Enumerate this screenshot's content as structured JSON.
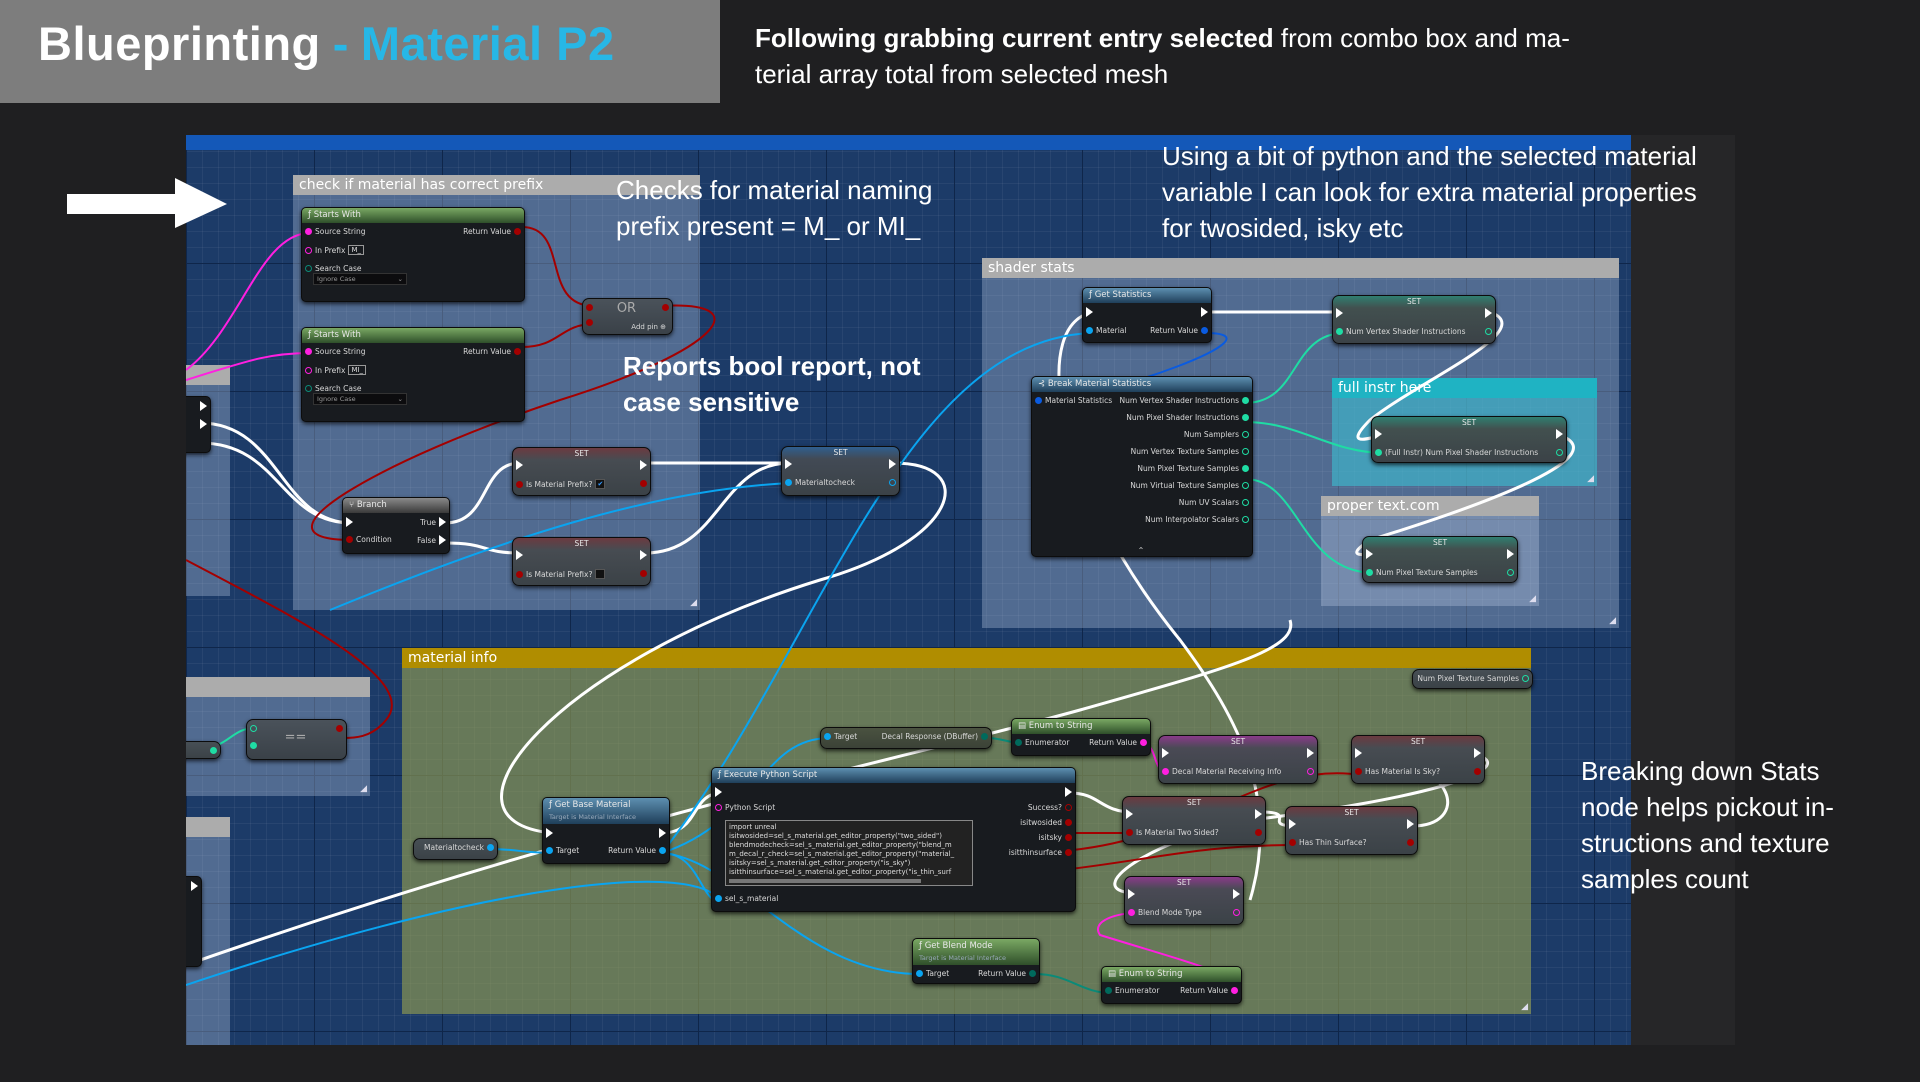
{
  "header": {
    "title_main": "Blueprinting",
    "title_sep": "-",
    "title_accent": "Material P2",
    "desc_bold": "Following grabbing current entry selected",
    "desc_rest": " from combo box and ma-",
    "desc_line2": "terial array total from selected mesh"
  },
  "notes": {
    "naming": [
      "Checks for material naming",
      "prefix present = M_ or MI_"
    ],
    "bool": [
      "Reports bool report, not",
      "case sensitive"
    ],
    "python": [
      "Using a bit of python and the selected material",
      "variable I can look for extra material properties",
      "for twosided, isky etc"
    ],
    "stats": [
      "Breaking down Stats",
      "node helps pickout in-",
      "structions and texture",
      "samples count"
    ]
  },
  "comments": [
    {
      "title": "check if material has correct prefix"
    },
    {
      "title": "shader stats"
    },
    {
      "title": "full instr here"
    },
    {
      "title": "proper text.com"
    },
    {
      "title": "material info"
    },
    {
      "title": ""
    },
    {
      "title": ""
    },
    {
      "title": ""
    }
  ],
  "colors": {
    "exec": "#ffffff",
    "bool": "#a30000",
    "string": "#ff1fe0",
    "object": "#0aa4f0",
    "struct": "#0a5be0",
    "int": "#1fdca4",
    "enum": "#006a5c",
    "accent": "#27b7e6",
    "canvas": "#1c3b68",
    "material_info_header": "#b08d00",
    "full_instr_header": "#1fb3c3"
  },
  "nodes": [
    {
      "id": "starts1",
      "style": "pure",
      "icon": "function-icon",
      "title": "Starts With",
      "in": [
        {
          "label": "Source String",
          "kind": "string"
        },
        {
          "label": "In Prefix",
          "kind": "string",
          "hollow": true,
          "value": "M_"
        },
        {
          "label": "Search Case",
          "kind": "enum",
          "hollow": true,
          "dropdown": "Ignore Case"
        }
      ],
      "out": [
        {
          "label": "Return Value",
          "kind": "bool"
        }
      ]
    },
    {
      "id": "starts2",
      "style": "pure",
      "icon": "function-icon",
      "title": "Starts With",
      "in": [
        {
          "label": "Source String",
          "kind": "string"
        },
        {
          "label": "In Prefix",
          "kind": "string",
          "hollow": true,
          "value": "MI_"
        },
        {
          "label": "Search Case",
          "kind": "enum",
          "hollow": true,
          "dropdown": "Ignore Case"
        }
      ],
      "out": [
        {
          "label": "Return Value",
          "kind": "bool"
        }
      ]
    },
    {
      "id": "or",
      "style": "op",
      "oplabel": "OR",
      "extra": "Add pin ⊕",
      "in": [
        {
          "label": "",
          "kind": "bool"
        },
        {
          "label": "",
          "kind": "bool"
        }
      ],
      "out": [
        {
          "label": "",
          "kind": "bool"
        }
      ]
    },
    {
      "id": "branch",
      "style": "gray",
      "icon": "branch-icon",
      "title": "Branch",
      "in": [
        {
          "label": "",
          "kind": "exec"
        },
        {
          "label": "Condition",
          "kind": "bool"
        }
      ],
      "out": [
        {
          "label": "True",
          "kind": "exec"
        },
        {
          "label": "False",
          "kind": "exec"
        }
      ]
    },
    {
      "id": "set_prefix_true",
      "style": "set",
      "glow": "bool",
      "title": "SET",
      "in": [
        {
          "label": "",
          "kind": "exec"
        },
        {
          "label": "Is Material Prefix?",
          "kind": "bool",
          "check": "✔"
        }
      ],
      "out": [
        {
          "label": "",
          "kind": "exec"
        },
        {
          "label": "",
          "kind": "bool"
        }
      ]
    },
    {
      "id": "set_prefix_false",
      "style": "set",
      "glow": "bool",
      "title": "SET",
      "in": [
        {
          "label": "",
          "kind": "exec"
        },
        {
          "label": "Is Material Prefix?",
          "kind": "bool",
          "check": " "
        }
      ],
      "out": [
        {
          "label": "",
          "kind": "exec"
        },
        {
          "label": "",
          "kind": "bool"
        }
      ]
    },
    {
      "id": "set_mat",
      "style": "set",
      "glow": "object",
      "title": "SET",
      "in": [
        {
          "label": "",
          "kind": "exec"
        },
        {
          "label": "Materialtocheck",
          "kind": "object"
        }
      ],
      "out": [
        {
          "label": "",
          "kind": "exec"
        },
        {
          "label": "",
          "kind": "object",
          "hollow": true
        }
      ]
    },
    {
      "id": "get_stats",
      "style": "fn",
      "icon": "function-icon",
      "title": "Get Statistics",
      "in": [
        {
          "label": "",
          "kind": "exec"
        },
        {
          "label": "Material",
          "kind": "object"
        }
      ],
      "out": [
        {
          "label": "",
          "kind": "exec"
        },
        {
          "label": "Return Value",
          "kind": "struct"
        }
      ]
    },
    {
      "id": "break_stats",
      "style": "fn",
      "icon": "break-icon",
      "title": "Break Material Statistics",
      "footer": "⌃",
      "in": [
        {
          "label": "Material Statistics",
          "kind": "struct"
        }
      ],
      "out": [
        {
          "label": "Num Vertex Shader Instructions",
          "kind": "int"
        },
        {
          "label": "Num Pixel Shader Instructions",
          "kind": "int"
        },
        {
          "label": "Num Samplers",
          "kind": "int",
          "hollow": true
        },
        {
          "label": "Num Vertex Texture Samples",
          "kind": "int",
          "hollow": true
        },
        {
          "label": "Num Pixel Texture Samples",
          "kind": "int"
        },
        {
          "label": "Num Virtual Texture Samples",
          "kind": "int",
          "hollow": true
        },
        {
          "label": "Num UV Scalars",
          "kind": "int",
          "hollow": true
        },
        {
          "label": "Num Interpolator Scalars",
          "kind": "int",
          "hollow": true
        }
      ]
    },
    {
      "id": "set_vertex",
      "style": "set",
      "glow": "int",
      "title": "SET",
      "in": [
        {
          "label": "",
          "kind": "exec"
        },
        {
          "label": "Num Vertex Shader Instructions",
          "kind": "int"
        }
      ],
      "out": [
        {
          "label": "",
          "kind": "exec"
        },
        {
          "label": "",
          "kind": "int",
          "hollow": true
        }
      ]
    },
    {
      "id": "set_fullpixel",
      "style": "set",
      "glow": "int",
      "title": "SET",
      "in": [
        {
          "label": "",
          "kind": "exec"
        },
        {
          "label": "(Full Instr) Num Pixel Shader Instructions",
          "kind": "int"
        }
      ],
      "out": [
        {
          "label": "",
          "kind": "exec"
        },
        {
          "label": "",
          "kind": "int",
          "hollow": true
        }
      ]
    },
    {
      "id": "set_pixeltex",
      "style": "set",
      "glow": "int",
      "title": "SET",
      "in": [
        {
          "label": "",
          "kind": "exec"
        },
        {
          "label": "Num Pixel Texture Samples",
          "kind": "int"
        }
      ],
      "out": [
        {
          "label": "",
          "kind": "exec"
        },
        {
          "label": "",
          "kind": "int",
          "hollow": true
        }
      ]
    },
    {
      "id": "get_pixeltex",
      "style": "var",
      "in": [],
      "out": [
        {
          "label": "Num Pixel Texture Samples",
          "kind": "int",
          "hollow": true
        }
      ]
    },
    {
      "id": "get_mat",
      "style": "var",
      "in": [],
      "out": [
        {
          "label": "Materialtocheck",
          "kind": "object"
        }
      ]
    },
    {
      "id": "get_base",
      "style": "fn",
      "icon": "function-icon",
      "title": "Get Base Material",
      "subtitle": "Target is Material Interface",
      "in": [
        {
          "label": "",
          "kind": "exec"
        },
        {
          "label": "Target",
          "kind": "object"
        }
      ],
      "out": [
        {
          "label": "",
          "kind": "exec"
        },
        {
          "label": "Return Value",
          "kind": "object"
        }
      ]
    },
    {
      "id": "get_decal",
      "style": "var",
      "olive": true,
      "in": [
        {
          "label": "Target",
          "kind": "object"
        }
      ],
      "out": [
        {
          "label": "Decal Response (DBuffer)",
          "kind": "enum"
        }
      ]
    },
    {
      "id": "enum1",
      "style": "pure",
      "icon": "enum-icon",
      "title": "Enum to String",
      "in": [
        {
          "label": "Enumerator",
          "kind": "enum"
        }
      ],
      "out": [
        {
          "label": "Return Value",
          "kind": "string"
        }
      ]
    },
    {
      "id": "python",
      "style": "fn",
      "icon": "function-icon",
      "title": "Execute Python Script",
      "in": [
        {
          "label": "",
          "kind": "exec"
        },
        {
          "label": "Python Script",
          "kind": "string",
          "hollow": true,
          "code": [
            "import unreal",
            "isitwosided=sel_s_material.get_editor_property(\"two_sided\")",
            "blendmodecheck=sel_s_material.get_editor_property(\"blend_m",
            "m_decal_r_check=sel_s_material.get_editor_property(\"material_",
            "isitsky=sel_s_material.get_editor_property(\"is_sky\")",
            "isitthinsurface=sel_s_material.get_editor_property(\"is_thin_surf"
          ]
        },
        {
          "label": "sel_s_material",
          "kind": "object"
        }
      ],
      "out": [
        {
          "label": "",
          "kind": "exec"
        },
        {
          "label": "Success?",
          "kind": "bool",
          "hollow": true
        },
        {
          "label": "isitwosided",
          "kind": "bool"
        },
        {
          "label": "isitsky",
          "kind": "bool"
        },
        {
          "label": "isitthinsurface",
          "kind": "bool"
        }
      ]
    },
    {
      "id": "get_blend",
      "style": "pure",
      "icon": "function-icon",
      "title": "Get Blend Mode",
      "subtitle": "Target is Material Interface",
      "in": [
        {
          "label": "Target",
          "kind": "object"
        }
      ],
      "out": [
        {
          "label": "Return Value",
          "kind": "enum"
        }
      ]
    },
    {
      "id": "set_decal",
      "style": "set",
      "glow": "string",
      "title": "SET",
      "in": [
        {
          "label": "",
          "kind": "exec"
        },
        {
          "label": "Decal Material Receiving Info",
          "kind": "string"
        }
      ],
      "out": [
        {
          "label": "",
          "kind": "exec"
        },
        {
          "label": "",
          "kind": "string",
          "hollow": true
        }
      ]
    },
    {
      "id": "set_sky",
      "style": "set",
      "glow": "bool",
      "title": "SET",
      "in": [
        {
          "label": "",
          "kind": "exec"
        },
        {
          "label": "Has Material Is Sky?",
          "kind": "bool"
        }
      ],
      "out": [
        {
          "label": "",
          "kind": "exec"
        },
        {
          "label": "",
          "kind": "bool"
        }
      ]
    },
    {
      "id": "set_twosided",
      "style": "set",
      "glow": "bool",
      "title": "SET",
      "in": [
        {
          "label": "",
          "kind": "exec"
        },
        {
          "label": "Is Material Two Sided?",
          "kind": "bool"
        }
      ],
      "out": [
        {
          "label": "",
          "kind": "exec"
        },
        {
          "label": "",
          "kind": "bool"
        }
      ]
    },
    {
      "id": "set_thin",
      "style": "set",
      "glow": "bool",
      "title": "SET",
      "in": [
        {
          "label": "",
          "kind": "exec"
        },
        {
          "label": "Has Thin Surface?",
          "kind": "bool"
        }
      ],
      "out": [
        {
          "label": "",
          "kind": "exec"
        },
        {
          "label": "",
          "kind": "bool"
        }
      ]
    },
    {
      "id": "set_blendtype",
      "style": "set",
      "glow": "string",
      "title": "SET",
      "in": [
        {
          "label": "",
          "kind": "exec"
        },
        {
          "label": "Blend Mode Type",
          "kind": "string"
        }
      ],
      "out": [
        {
          "label": "",
          "kind": "exec"
        },
        {
          "label": "",
          "kind": "string",
          "hollow": true
        }
      ]
    },
    {
      "id": "enum2",
      "style": "pure",
      "icon": "enum-icon",
      "title": "Enum to String",
      "in": [
        {
          "label": "Enumerator",
          "kind": "enum"
        }
      ],
      "out": [
        {
          "label": "Return Value",
          "kind": "string"
        }
      ]
    },
    {
      "id": "left_partial",
      "style": "fn",
      "in": [],
      "out": [
        {
          "label": "",
          "kind": "exec"
        },
        {
          "label": "",
          "kind": "exec"
        }
      ]
    },
    {
      "id": "equal",
      "style": "op",
      "oplabel": "==",
      "in": [
        {
          "label": "",
          "kind": "int",
          "hollow": true
        },
        {
          "label": "",
          "kind": "int"
        }
      ],
      "out": [
        {
          "label": "",
          "kind": "bool"
        }
      ]
    },
    {
      "id": "left_getter",
      "style": "var",
      "in": [],
      "out": [
        {
          "label": "",
          "kind": "int"
        }
      ]
    },
    {
      "id": "left_partial2",
      "style": "fn",
      "in": [],
      "out": [
        {
          "label": "",
          "kind": "exec"
        }
      ]
    }
  ]
}
